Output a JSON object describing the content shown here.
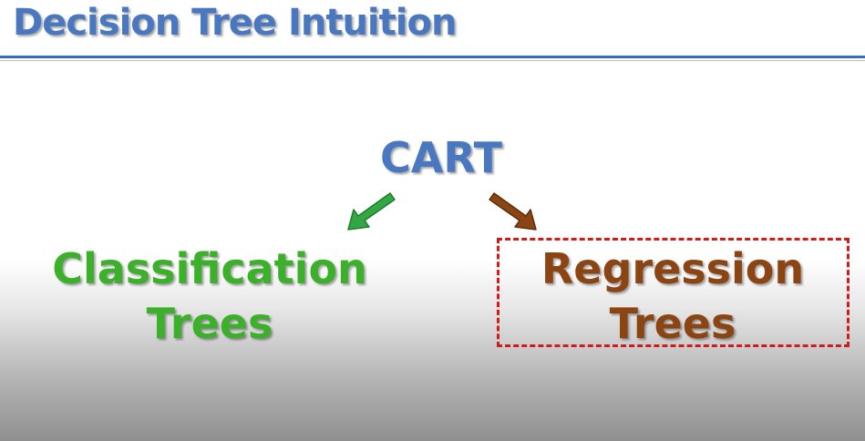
{
  "slide": {
    "title": "Decision Tree Intuition"
  },
  "diagram": {
    "root": "CART",
    "left_branch": {
      "line1": "Classification",
      "line2": "Trees"
    },
    "right_branch": {
      "line1": "Regression",
      "line2": "Trees"
    }
  },
  "colors": {
    "title": "#4a78c0",
    "root": "#4a78c0",
    "left_branch": "#3cb02a",
    "right_branch": "#8b4513",
    "highlight_border": "#d21a1a"
  },
  "icons": {
    "left_arrow": "arrow-down-left-icon",
    "right_arrow": "arrow-down-right-icon"
  }
}
